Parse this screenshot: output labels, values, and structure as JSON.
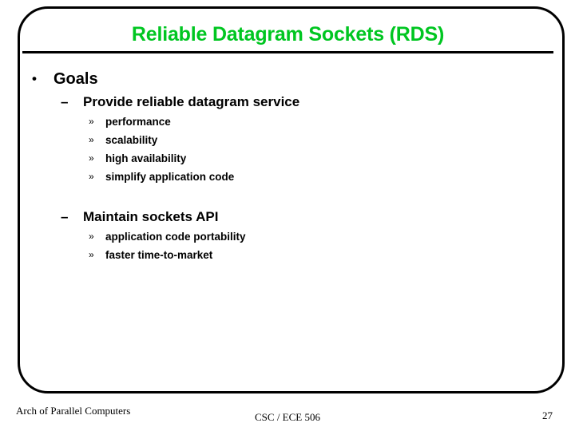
{
  "slide": {
    "title": "Reliable Datagram Sockets (RDS)",
    "title_color": "#00c621",
    "frame_color": "#000000",
    "background": "#ffffff"
  },
  "markers": {
    "level1": "•",
    "level2": "–",
    "level3": "»"
  },
  "outline": [
    {
      "level": 1,
      "text": "Goals",
      "children": [
        {
          "level": 2,
          "text": "Provide reliable datagram service",
          "children": [
            {
              "level": 3,
              "text": "performance"
            },
            {
              "level": 3,
              "text": "scalability"
            },
            {
              "level": 3,
              "text": "high availability"
            },
            {
              "level": 3,
              "text": "simplify application code"
            }
          ]
        },
        {
          "level": 2,
          "text": "Maintain sockets API",
          "children": [
            {
              "level": 3,
              "text": "application code portability"
            },
            {
              "level": 3,
              "text": "faster time-to-market"
            }
          ]
        }
      ]
    }
  ],
  "flat_lines": [
    {
      "level": 1,
      "text": "Goals"
    },
    {
      "level": 2,
      "text": "Provide reliable datagram service"
    },
    {
      "level": 3,
      "text": "performance"
    },
    {
      "level": 3,
      "text": "scalability"
    },
    {
      "level": 3,
      "text": "high availability"
    },
    {
      "level": 3,
      "text": "simplify application code"
    },
    {
      "level": 2,
      "text": "Maintain sockets API"
    },
    {
      "level": 3,
      "text": "application code portability"
    },
    {
      "level": 3,
      "text": "faster time-to-market"
    }
  ],
  "footer": {
    "left": "Arch of Parallel Computers",
    "center": "CSC / ECE 506",
    "page_number": "27"
  }
}
